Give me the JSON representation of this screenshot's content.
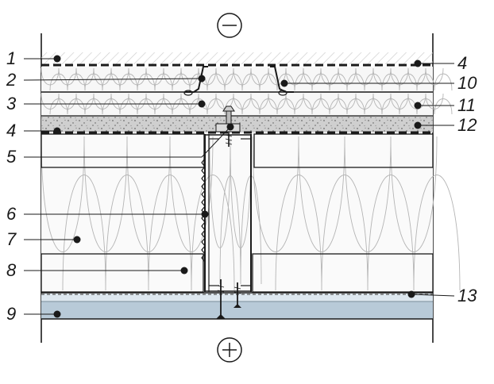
{
  "symbols": {
    "top": "minus",
    "bottom": "plus"
  },
  "labels_left": [
    {
      "id": "l1",
      "text": "1"
    },
    {
      "id": "l2",
      "text": "2"
    },
    {
      "id": "l3",
      "text": "3"
    },
    {
      "id": "l4",
      "text": "4"
    },
    {
      "id": "l5",
      "text": "5"
    },
    {
      "id": "l6",
      "text": "6"
    },
    {
      "id": "l7",
      "text": "7"
    },
    {
      "id": "l8",
      "text": "8"
    },
    {
      "id": "l9",
      "text": "9"
    }
  ],
  "labels_right": [
    {
      "id": "r4",
      "text": "4"
    },
    {
      "id": "r10",
      "text": "10"
    },
    {
      "id": "r11",
      "text": "11"
    },
    {
      "id": "r12",
      "text": "12"
    },
    {
      "id": "r13",
      "text": "13"
    }
  ],
  "colors": {
    "line": "#1a1a1a",
    "screed": "#c8c8c8",
    "board": "#b8cad8",
    "board_light": "#dde7ef",
    "insulation": "#f4f4f4",
    "hatch": "#cfcfcf"
  }
}
